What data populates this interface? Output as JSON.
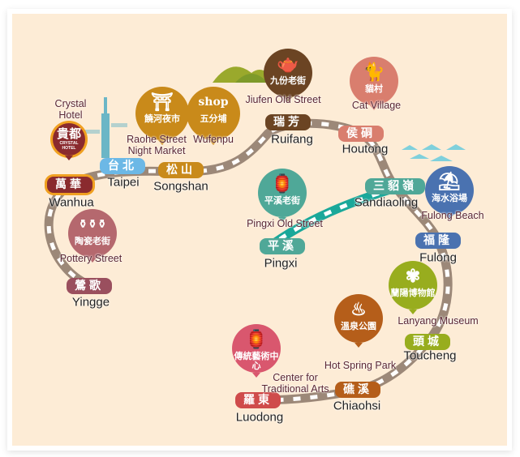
{
  "stations": [
    {
      "zh": "萬華",
      "en": "Wanhua",
      "color": "#8a2a2e"
    },
    {
      "zh": "台北",
      "en": "Taipei",
      "color": "#6cb8e6"
    },
    {
      "zh": "松山",
      "en": "Songshan",
      "color": "#c98a1a"
    },
    {
      "zh": "瑞芳",
      "en": "Ruifang",
      "color": "#6b4423"
    },
    {
      "zh": "侯硐",
      "en": "Houtong",
      "color": "#d97e6e"
    },
    {
      "zh": "三貂嶺",
      "en": "Sandiaoling",
      "color": "#4fa898"
    },
    {
      "zh": "平溪",
      "en": "Pingxi",
      "color": "#4fa898"
    },
    {
      "zh": "福隆",
      "en": "Fulong",
      "color": "#4a72b0"
    },
    {
      "zh": "頭城",
      "en": "Toucheng",
      "color": "#98ad1e"
    },
    {
      "zh": "礁溪",
      "en": "Chiaohsi",
      "color": "#b55e1a"
    },
    {
      "zh": "羅東",
      "en": "Luodong",
      "color": "#cf4b4b"
    },
    {
      "zh": "鶯歌",
      "en": "Yingge",
      "color": "#9a4f5e"
    }
  ],
  "attractions": [
    {
      "zh": "貴都",
      "sub": "CRYSTAL HOTEL",
      "en": "Crystal Hotel",
      "color": "#8a2a2e",
      "icon": "hotel-icon"
    },
    {
      "zh": "饒河夜市",
      "en": "Raohe Street Night Market",
      "color": "#c98a1a",
      "icon": "gate-icon",
      "glyph": "⛩"
    },
    {
      "zh": "五分埔",
      "en": "Wufenpu",
      "color": "#c98a1a",
      "icon": "shopping-bag-icon",
      "glyph": "shop"
    },
    {
      "zh": "九份老街",
      "en": "Jiufen Old Street",
      "color": "#6b4423",
      "icon": "teapot-icon",
      "glyph": "🫖"
    },
    {
      "zh": "貓村",
      "en": "Cat Village",
      "color": "#d97e6e",
      "icon": "cat-icon",
      "glyph": "🐈"
    },
    {
      "zh": "平溪老街",
      "en": "Pingxi Old Street",
      "color": "#4fa898",
      "icon": "sky-lantern-icon",
      "glyph": "🏮"
    },
    {
      "zh": "海水浴場",
      "en": "Fulong Beach",
      "color": "#4a72b0",
      "icon": "beach-umbrella-icon",
      "glyph": "⛱"
    },
    {
      "zh": "陶瓷老街",
      "en": "Pottery Street",
      "color": "#b5686e",
      "icon": "pottery-icon",
      "glyph": "⚱⚱⚱"
    },
    {
      "zh": "蘭陽博物館",
      "en": "Lanyang Museum",
      "color": "#98ad1e",
      "icon": "museum-icon",
      "glyph": "✾"
    },
    {
      "zh": "溫泉公園",
      "en": "Hot Spring Park",
      "color": "#b55e1a",
      "icon": "hot-spring-icon",
      "glyph": "♨"
    },
    {
      "zh": "傳統藝術中心",
      "en": "Center for Traditional Arts",
      "color": "#d9576e",
      "icon": "lantern-icon",
      "glyph": "🏮"
    }
  ]
}
